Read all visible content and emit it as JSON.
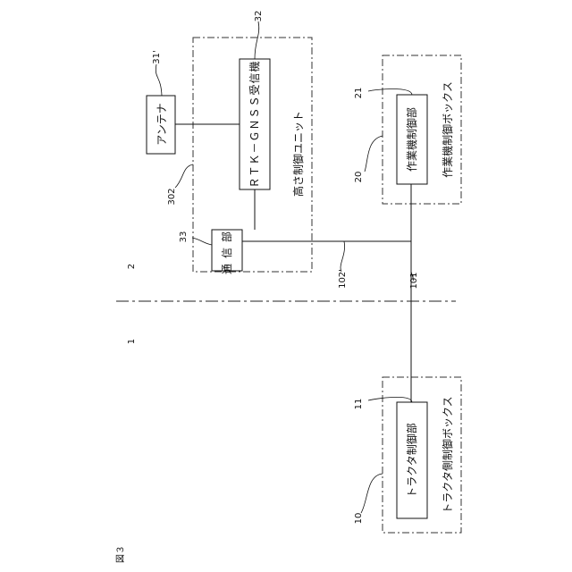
{
  "figure_label": "図３",
  "section_numbers": {
    "upper": "2",
    "lower": "1"
  },
  "units": {
    "height_control_unit": {
      "label": "高さ制御ユニット",
      "ref": "302"
    },
    "work_machine_box": {
      "label": "作業機制御ボックス",
      "ref": "20"
    },
    "tractor_box": {
      "label": "トラクタ側制御ボックス",
      "ref": "10"
    }
  },
  "components": {
    "antenna": {
      "label": "アンテナ",
      "ref": "31'"
    },
    "rtk_receiver": {
      "label": "ＲＴＫ－ＧＮＳＳ受信機",
      "ref": "32"
    },
    "communication": {
      "label": "通信部",
      "ref": "33"
    },
    "work_controller": {
      "label": "作業機制御部",
      "ref": "21"
    },
    "tractor_controller": {
      "label": "トラクタ制御部",
      "ref": "11"
    }
  },
  "lines": {
    "bus_main": {
      "ref": "101"
    },
    "bus_branch": {
      "ref": "102'"
    }
  }
}
